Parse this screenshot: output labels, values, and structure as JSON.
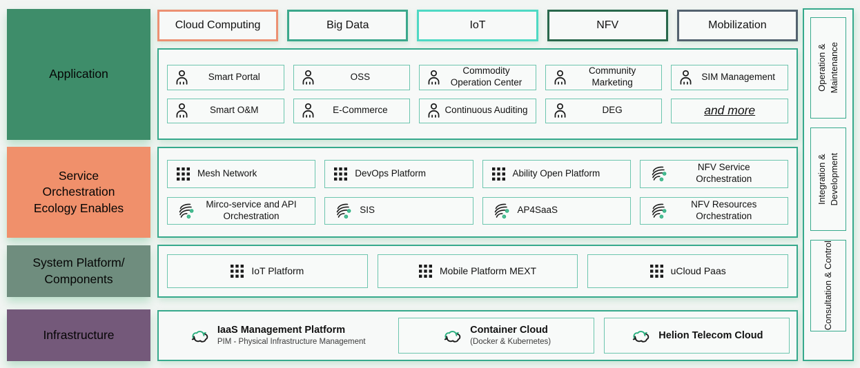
{
  "palette": {
    "background": "#f2f5f3",
    "panel_fill": "#f7f9f8",
    "panel_border": "#36a98c",
    "item_border": "#6cc5ae",
    "text": "#111111",
    "node_green": "#27ae7d"
  },
  "left_layers": [
    {
      "lines": [
        "Application"
      ],
      "color": "#3e8d6a"
    },
    {
      "lines": [
        "Service",
        "Orchestration",
        "Ecology Enables"
      ],
      "color": "#f0906b"
    },
    {
      "lines": [
        "System Platform/",
        "Components"
      ],
      "color": "#6f8d7e"
    },
    {
      "lines": [
        "Infrastructure"
      ],
      "color": "#74597a"
    }
  ],
  "categories": [
    {
      "label": "Cloud Computing",
      "border_color": "#ec9173"
    },
    {
      "label": "Big Data",
      "border_color": "#3ba88c"
    },
    {
      "label": "IoT",
      "border_color": "#4ed9c4"
    },
    {
      "label": "NFV",
      "border_color": "#29684c"
    },
    {
      "label": "Mobilization",
      "border_color": "#53626f"
    }
  ],
  "application_row": {
    "items": [
      {
        "icon": "person-icon",
        "label": "Smart Portal"
      },
      {
        "icon": "person-icon",
        "label": "OSS"
      },
      {
        "icon": "person-icon",
        "label": "Commodity Operation Center"
      },
      {
        "icon": "person-icon",
        "label": "Community Marketing"
      },
      {
        "icon": "person-icon",
        "label": "SIM Management"
      },
      {
        "icon": "person-icon",
        "label": "Smart O&M"
      },
      {
        "icon": "person-icon",
        "label": "E-Commerce"
      },
      {
        "icon": "person-icon",
        "label": "Continuous Auditing"
      },
      {
        "icon": "person-icon",
        "label": "DEG"
      },
      {
        "icon": "none",
        "label": "and more"
      }
    ]
  },
  "service_row": {
    "items": [
      {
        "icon": "grid-icon",
        "label": "Mesh Network"
      },
      {
        "icon": "grid-icon",
        "label": "DevOps Platform"
      },
      {
        "icon": "grid-icon",
        "label": "Ability Open Platform"
      },
      {
        "icon": "orchestration-icon",
        "label": "NFV Service Orchestration"
      },
      {
        "icon": "orchestration-icon",
        "label": "Mirco-service and API Orchestration"
      },
      {
        "icon": "orchestration-icon",
        "label": "SIS"
      },
      {
        "icon": "orchestration-icon",
        "label": "AP4SaaS"
      },
      {
        "icon": "orchestration-icon",
        "label": "NFV Resources Orchestration"
      }
    ]
  },
  "system_row": {
    "items": [
      {
        "icon": "grid-icon",
        "label": "IoT Platform"
      },
      {
        "icon": "grid-icon",
        "label": "Mobile Platform MEXT"
      },
      {
        "icon": "grid-icon",
        "label": "uCloud Paas"
      }
    ]
  },
  "infrastructure_row": {
    "items": [
      {
        "icon": "cloud-sync-icon",
        "title": "IaaS Management Platform",
        "subtitle": "PIM - Physical Infrastructure Management"
      },
      {
        "icon": "cloud-sync-icon",
        "title": "Container Cloud",
        "subtitle": "(Docker & Kubernetes)"
      },
      {
        "icon": "cloud-sync-icon",
        "title": "Helion Telecom Cloud",
        "subtitle": ""
      }
    ]
  },
  "right_rail": {
    "items": [
      {
        "lines": [
          "Operation &",
          "Maintenance"
        ]
      },
      {
        "lines": [
          "Integration &",
          "Development"
        ]
      },
      {
        "lines": [
          "Consultation & Control"
        ]
      }
    ]
  }
}
